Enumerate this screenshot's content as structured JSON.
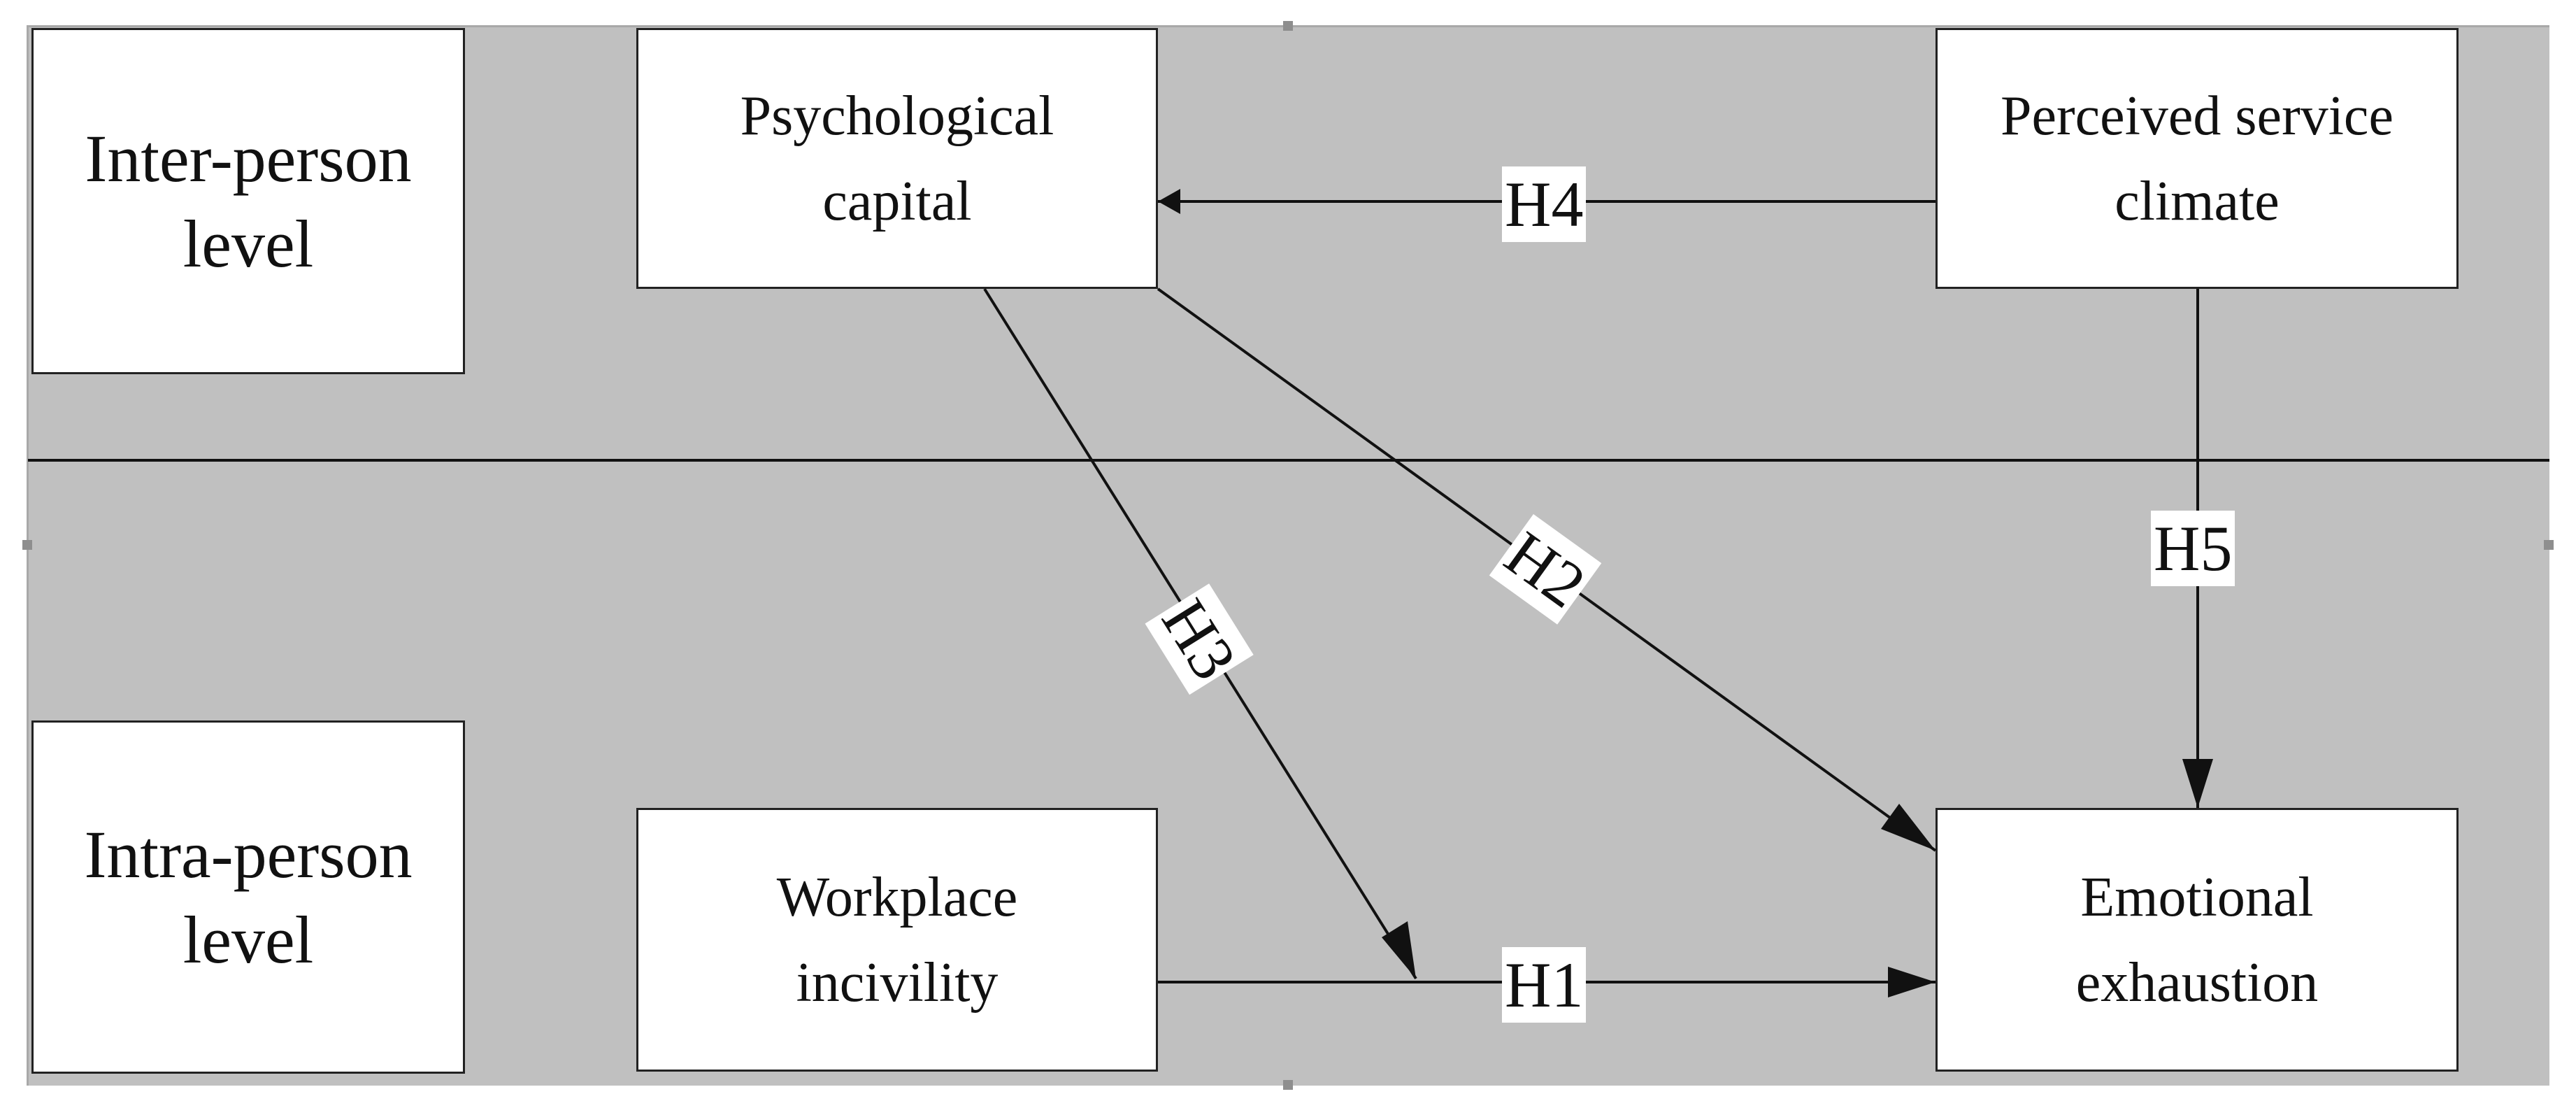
{
  "levels": {
    "inter": {
      "line1": "Inter-person",
      "line2": "level"
    },
    "intra": {
      "line1": "Intra-person",
      "line2": "level"
    }
  },
  "boxes": {
    "psychological_capital": {
      "line1": "Psychological",
      "line2": "capital"
    },
    "perceived_service_climate": {
      "line1": "Perceived service",
      "line2": "climate"
    },
    "workplace_incivility": {
      "line1": "Workplace",
      "line2": "incivility"
    },
    "emotional_exhaustion": {
      "line1": "Emotional",
      "line2": "exhaustion"
    }
  },
  "hypotheses": {
    "h1": "H1",
    "h2": "H2",
    "h3": "H3",
    "h4": "H4",
    "h5": "H5"
  },
  "colors": {
    "panel_background": "#c0c0c0",
    "box_fill": "#ffffff",
    "stroke": "#111111"
  }
}
